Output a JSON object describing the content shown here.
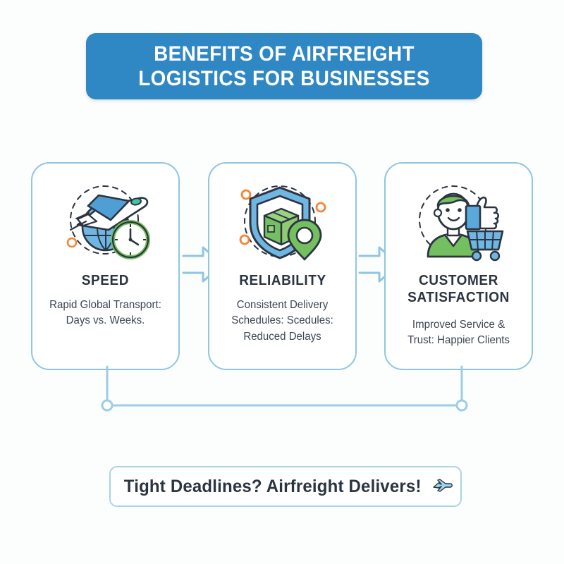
{
  "colors": {
    "header_blue": "#2f87c4",
    "card_border_blue": "#8fc6e0",
    "connector_blue": "#9ccde3",
    "title_navy": "#2b3440",
    "body_navy": "#3c4654",
    "accent_green": "#74bf5f",
    "accent_orange": "#f58535",
    "icon_blue": "#5aa9dc",
    "page_background": "#fcfdfd"
  },
  "header": {
    "title": "BENEFITS OF AIRFREIGHT LOGISTICS FOR BUSINESSES"
  },
  "cards": [
    {
      "id": "speed",
      "icon": "airplane-globe-clock-icon",
      "title": "SPEED",
      "description": "Rapid Global Transport: Days vs. Weeks."
    },
    {
      "id": "reliability",
      "icon": "shield-package-location-icon",
      "title": "RELIABILITY",
      "description": "Consistent Delivery Schedules: Scedules: Reduced Delays"
    },
    {
      "id": "customer-satisfaction",
      "icon": "customer-thumbsup-cart-icon",
      "title": "CUSTOMER SATISFACTION",
      "description": "Improved Service & Trust: Happier Clients"
    }
  ],
  "arrows": [
    {
      "id": "arrow-speed-to-reliability",
      "icon": "arrow-right-icon"
    },
    {
      "id": "arrow-reliability-to-satisfaction",
      "icon": "arrow-right-icon"
    }
  ],
  "cta": {
    "text": "Tight Deadlines? Airfreight Delivers!",
    "icon": "airplane-icon"
  }
}
